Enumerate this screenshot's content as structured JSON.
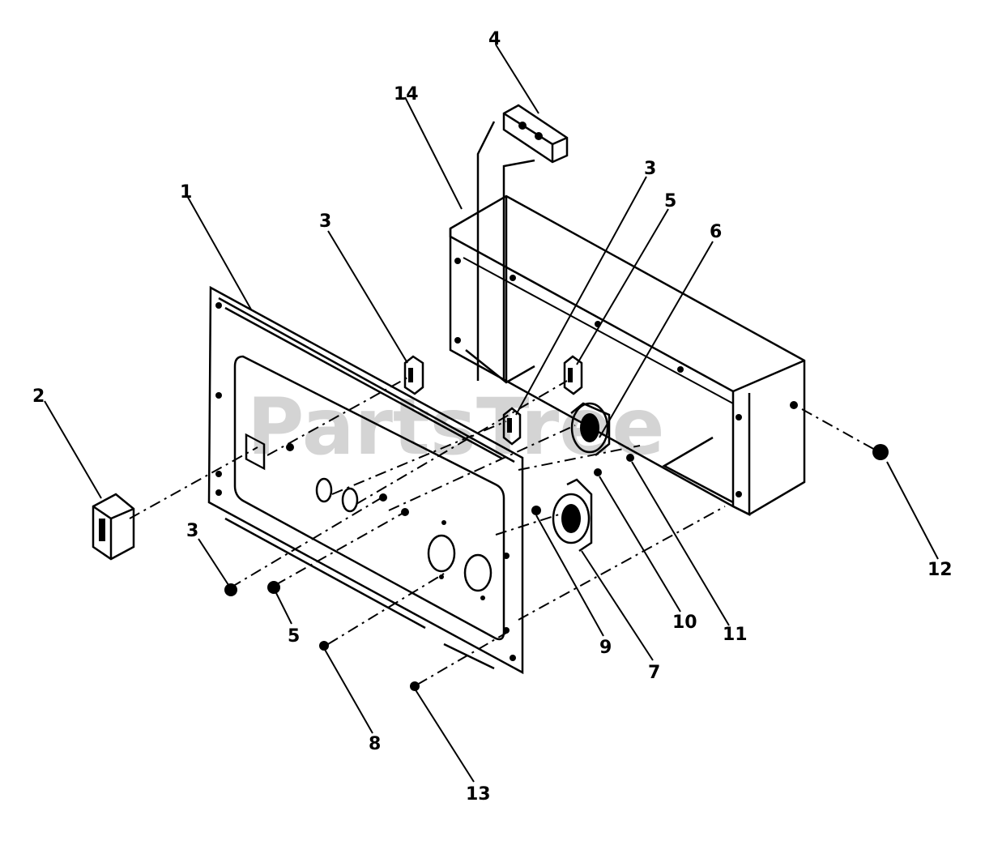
{
  "watermark": "PartsTree",
  "callouts": {
    "c1": "1",
    "c2": "2",
    "c3a": "3",
    "c3b": "3",
    "c3c": "3",
    "c4": "4",
    "c5a": "5",
    "c5b": "5",
    "c6": "6",
    "c7": "7",
    "c8": "8",
    "c9": "9",
    "c10": "10",
    "c11": "11",
    "c12": "12",
    "c13": "13",
    "c14": "14"
  }
}
